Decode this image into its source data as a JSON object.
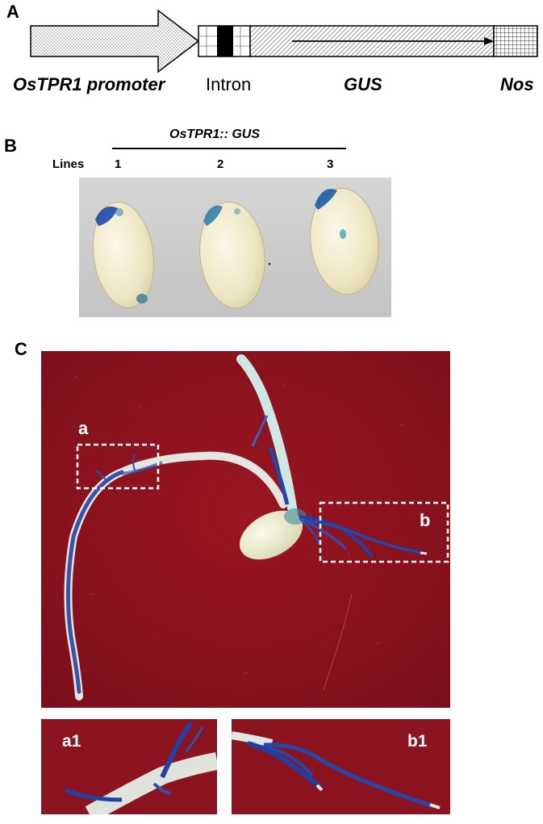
{
  "panels": {
    "a": {
      "letter": "A"
    },
    "b": {
      "letter": "B"
    },
    "c": {
      "letter": "C"
    }
  },
  "construct": {
    "promoter": "OsTPR1 promoter",
    "intron": "Intron",
    "gus": "GUS",
    "nos": "Nos"
  },
  "seeds": {
    "header": "OsTPR1:: GUS",
    "lines_label": "Lines",
    "line_numbers": [
      "1",
      "2",
      "3"
    ]
  },
  "seedling": {
    "box_a": "a",
    "box_b": "b",
    "inset_a1": "a1",
    "inset_b1": "b1"
  },
  "colors": {
    "stain_blue": "#1a3fa0",
    "cloth_red": "#8e1420",
    "photo_gray": "#cfd0cf"
  }
}
